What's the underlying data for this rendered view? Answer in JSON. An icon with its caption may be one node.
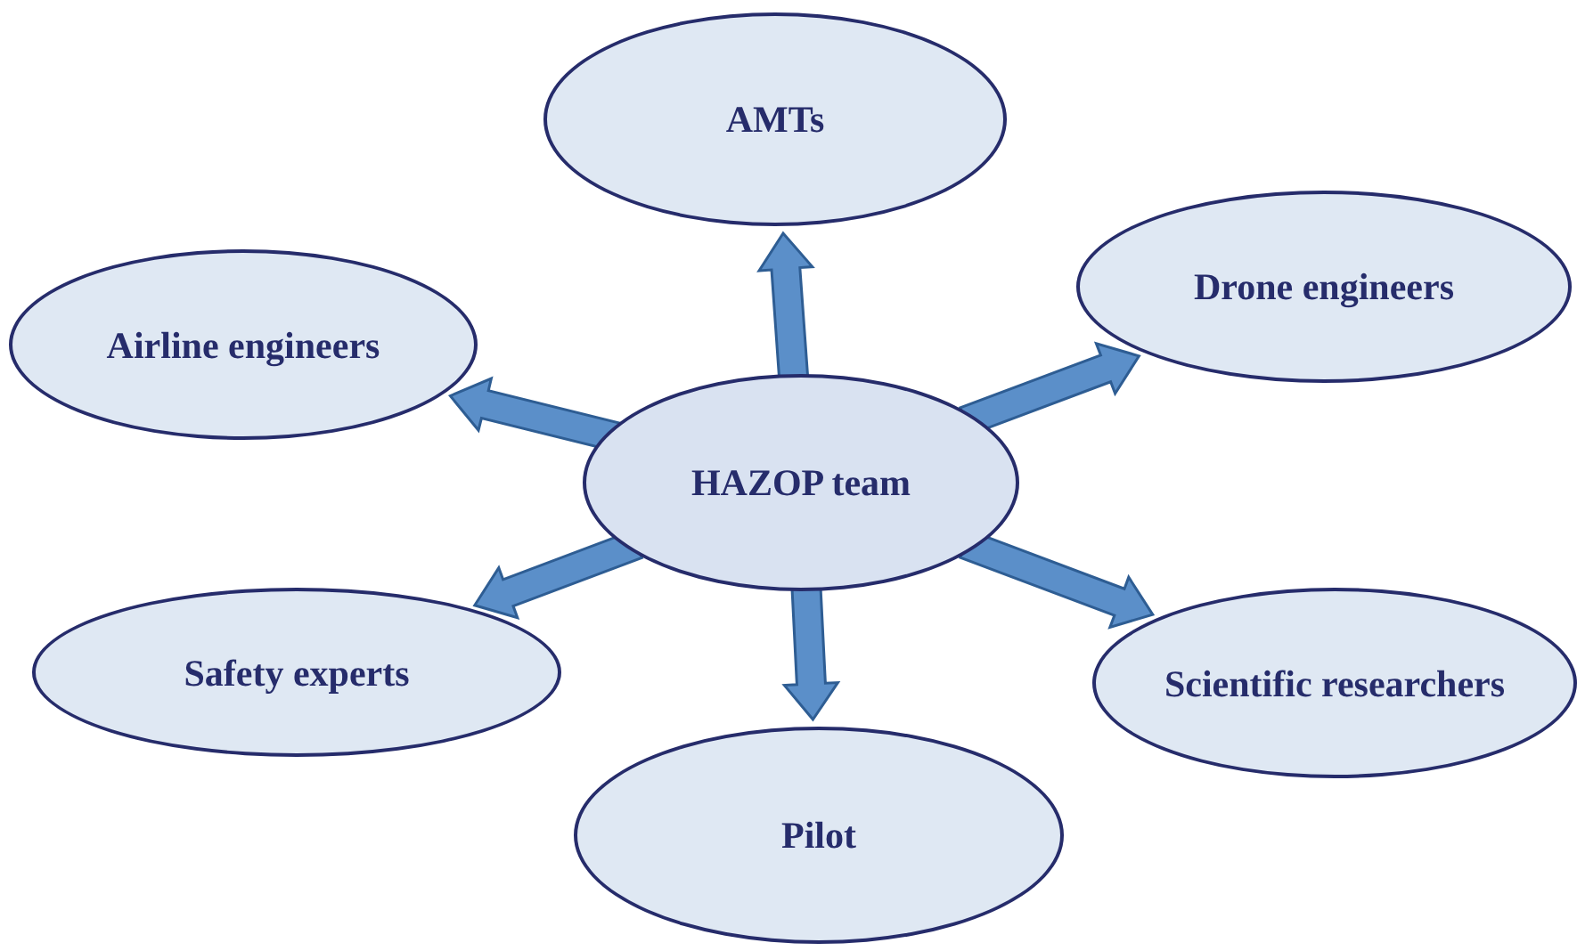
{
  "diagram": {
    "nodes": [
      {
        "text": [
          "AMTs"
        ]
      },
      {
        "text": [
          "Airline engineers"
        ]
      },
      {
        "text": [
          "Drone engineers"
        ]
      },
      {
        "text": [
          "HAZOP team"
        ]
      },
      {
        "text": [
          "Safety experts"
        ]
      },
      {
        "text": [
          "Scientific researchers"
        ]
      },
      {
        "text": [
          "Pilot"
        ]
      }
    ],
    "edges": [
      {
        "from": 3,
        "to": 0,
        "arrow": "to"
      },
      {
        "from": 3,
        "to": 1,
        "arrow": "to"
      },
      {
        "from": 3,
        "to": 2,
        "arrow": "to"
      },
      {
        "from": 3,
        "to": 4,
        "arrow": "to"
      },
      {
        "from": 3,
        "to": 5,
        "arrow": "to"
      },
      {
        "from": 3,
        "to": 6,
        "arrow": "to"
      }
    ]
  }
}
